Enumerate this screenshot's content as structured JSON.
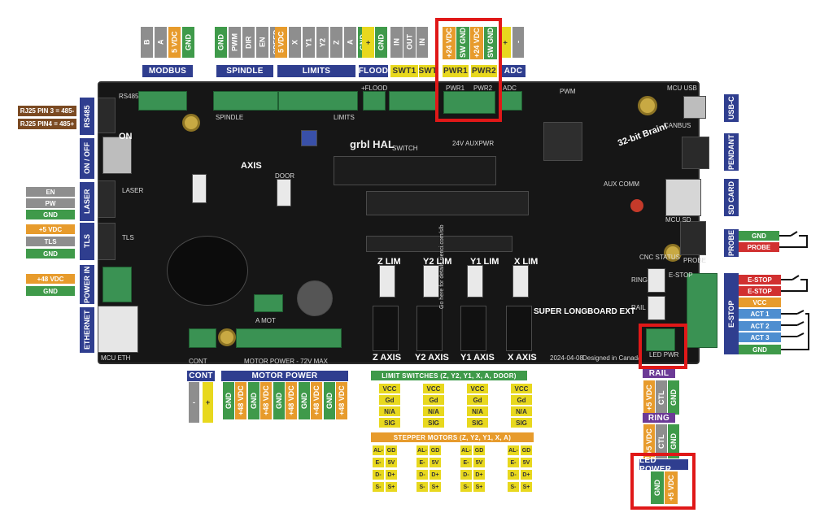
{
  "colors": {
    "green": "#3f9a4a",
    "gray": "#8e8e8e",
    "orange": "#e79b2c",
    "yellow": "#e8d81e",
    "red": "#d13030",
    "blue": "#4e8ed0",
    "navy": "#2f3e8f",
    "highlight": "#e01818"
  },
  "top": {
    "modbus": {
      "title": "MODBUS",
      "pins": [
        "B",
        "A",
        "5 VDC",
        "GND"
      ]
    },
    "spindle": {
      "title": "SPINDLE",
      "pins": [
        "GND",
        "PWM",
        "DIR",
        "EN",
        "SPEED"
      ]
    },
    "limits": {
      "title": "LIMITS",
      "pins": [
        "5 VDC",
        "X",
        "Y1",
        "Y2",
        "Z",
        "A",
        "GND"
      ]
    },
    "flood": {
      "title": "FLOOD",
      "pins": [
        "+",
        "GND"
      ]
    },
    "swt1": {
      "title": "SWT1",
      "pins": [
        "IN",
        "OUT"
      ]
    },
    "swt2": {
      "title": "SWT",
      "pins": [
        "IN"
      ]
    },
    "pwr1": {
      "title": "PWR1",
      "pins": [
        "+24 VDC",
        "SW GND"
      ]
    },
    "pwr2": {
      "title": "PWR2",
      "pins": [
        "+24 VDC",
        "SW GND"
      ]
    },
    "adc": {
      "title": "ADC",
      "pins": [
        "+",
        "-"
      ]
    }
  },
  "left": {
    "rj": [
      "RJ25 PIN 3 = 485-",
      "RJ25 PIN4 = 485+"
    ],
    "rs485": "RS485",
    "onoff": "ON / OFF",
    "laser": {
      "title": "LASER",
      "pins": [
        "EN",
        "PW",
        "GND"
      ]
    },
    "tls": {
      "title": "TLS",
      "pins": [
        "+5 VDC",
        "TLS",
        "GND"
      ]
    },
    "power": {
      "title": "POWER IN",
      "pins": [
        "+48 VDC",
        "GND"
      ]
    },
    "ethernet": "ETHERNET"
  },
  "right": {
    "usbc": "USB-C",
    "pendant": "PENDANT",
    "sdcard": "SD CARD",
    "probe": {
      "title": "PROBE",
      "pins": [
        "GND",
        "PROBE"
      ]
    },
    "estop": {
      "title": "E-STOP",
      "pins": [
        "E-STOP",
        "E-STOP",
        "VCC",
        "ACT 1",
        "ACT 2",
        "ACT 3",
        "GND"
      ]
    }
  },
  "bottom": {
    "cont": {
      "title": "CONT",
      "pins": [
        "-",
        "+"
      ]
    },
    "motorpower": {
      "title": "MOTOR POWER",
      "pins": [
        "GND",
        "+48 VDC",
        "GND",
        "+48 VDC",
        "GND",
        "+48 VDC",
        "GND",
        "+48 VDC",
        "GND",
        "+48 VDC"
      ]
    },
    "limitsw": {
      "title": "LIMIT SWITCHES (Z, Y2, Y1, X, A, DOOR)",
      "pins": [
        "VCC",
        "Gd",
        "N/A",
        "SIG"
      ]
    },
    "stepper": {
      "title": "STEPPER MOTORS (Z, Y2, Y1, X, A)",
      "left": [
        "AL-",
        "E-",
        "D-",
        "S-"
      ],
      "right": [
        "GD",
        "5V",
        "D+",
        "S+"
      ]
    },
    "rail": {
      "title": "RAIL",
      "pins": [
        "+5 VDC",
        "CTL",
        "GND"
      ]
    },
    "ring": {
      "title": "RING",
      "pins": [
        "+5 VDC",
        "CTL",
        "GND"
      ]
    },
    "ledpower": {
      "title": "LED POWER",
      "pins": [
        "GND",
        "+5 VDC"
      ]
    }
  },
  "board": {
    "labels": {
      "rs485": "RS485",
      "on": "ON",
      "spindle": "SPINDLE",
      "limits": "LIMITS",
      "flood": "+FLOOD",
      "brand": "grbl HAL",
      "switch": "SWITCH",
      "auxpwr": "24V AUXPWR",
      "brain": "32-bit Brain!",
      "mcuusb": "MCU USB",
      "canbus": "CANBUS",
      "pwm": "PWM",
      "auxcomm": "AUX COMM",
      "mcusd": "MCU SD",
      "cncstatus": "CNC STATUS",
      "probe": "PROBE",
      "estop": "E-STOP",
      "rail": "RAIL",
      "ring": "RING",
      "ledpwr": "LED PWR",
      "door": "DOOR",
      "laser": "LASER",
      "tls": "TLS",
      "mcueth": "MCU ETH",
      "cont": "CONT",
      "amot": "A MOT",
      "motorpower": "MOTOR POWER - 72V MAX",
      "super": "SUPER LONGBOARD EXT",
      "goHere": "Go here for details sienci.com/slb",
      "date": "2024-04-08",
      "canada": "Designed in Canada",
      "zlim": "Z LIM",
      "y2lim": "Y2 LIM",
      "y1lim": "Y1 LIM",
      "xlim": "X LIM",
      "zaxis": "Z AXIS",
      "y2axis": "Y2 AXIS",
      "y1axis": "Y1 AXIS",
      "xaxis": "X AXIS",
      "axis": "AXIS",
      "pwr1": "PWR1",
      "pwr2": "PWR2",
      "adc": "ADC"
    }
  }
}
